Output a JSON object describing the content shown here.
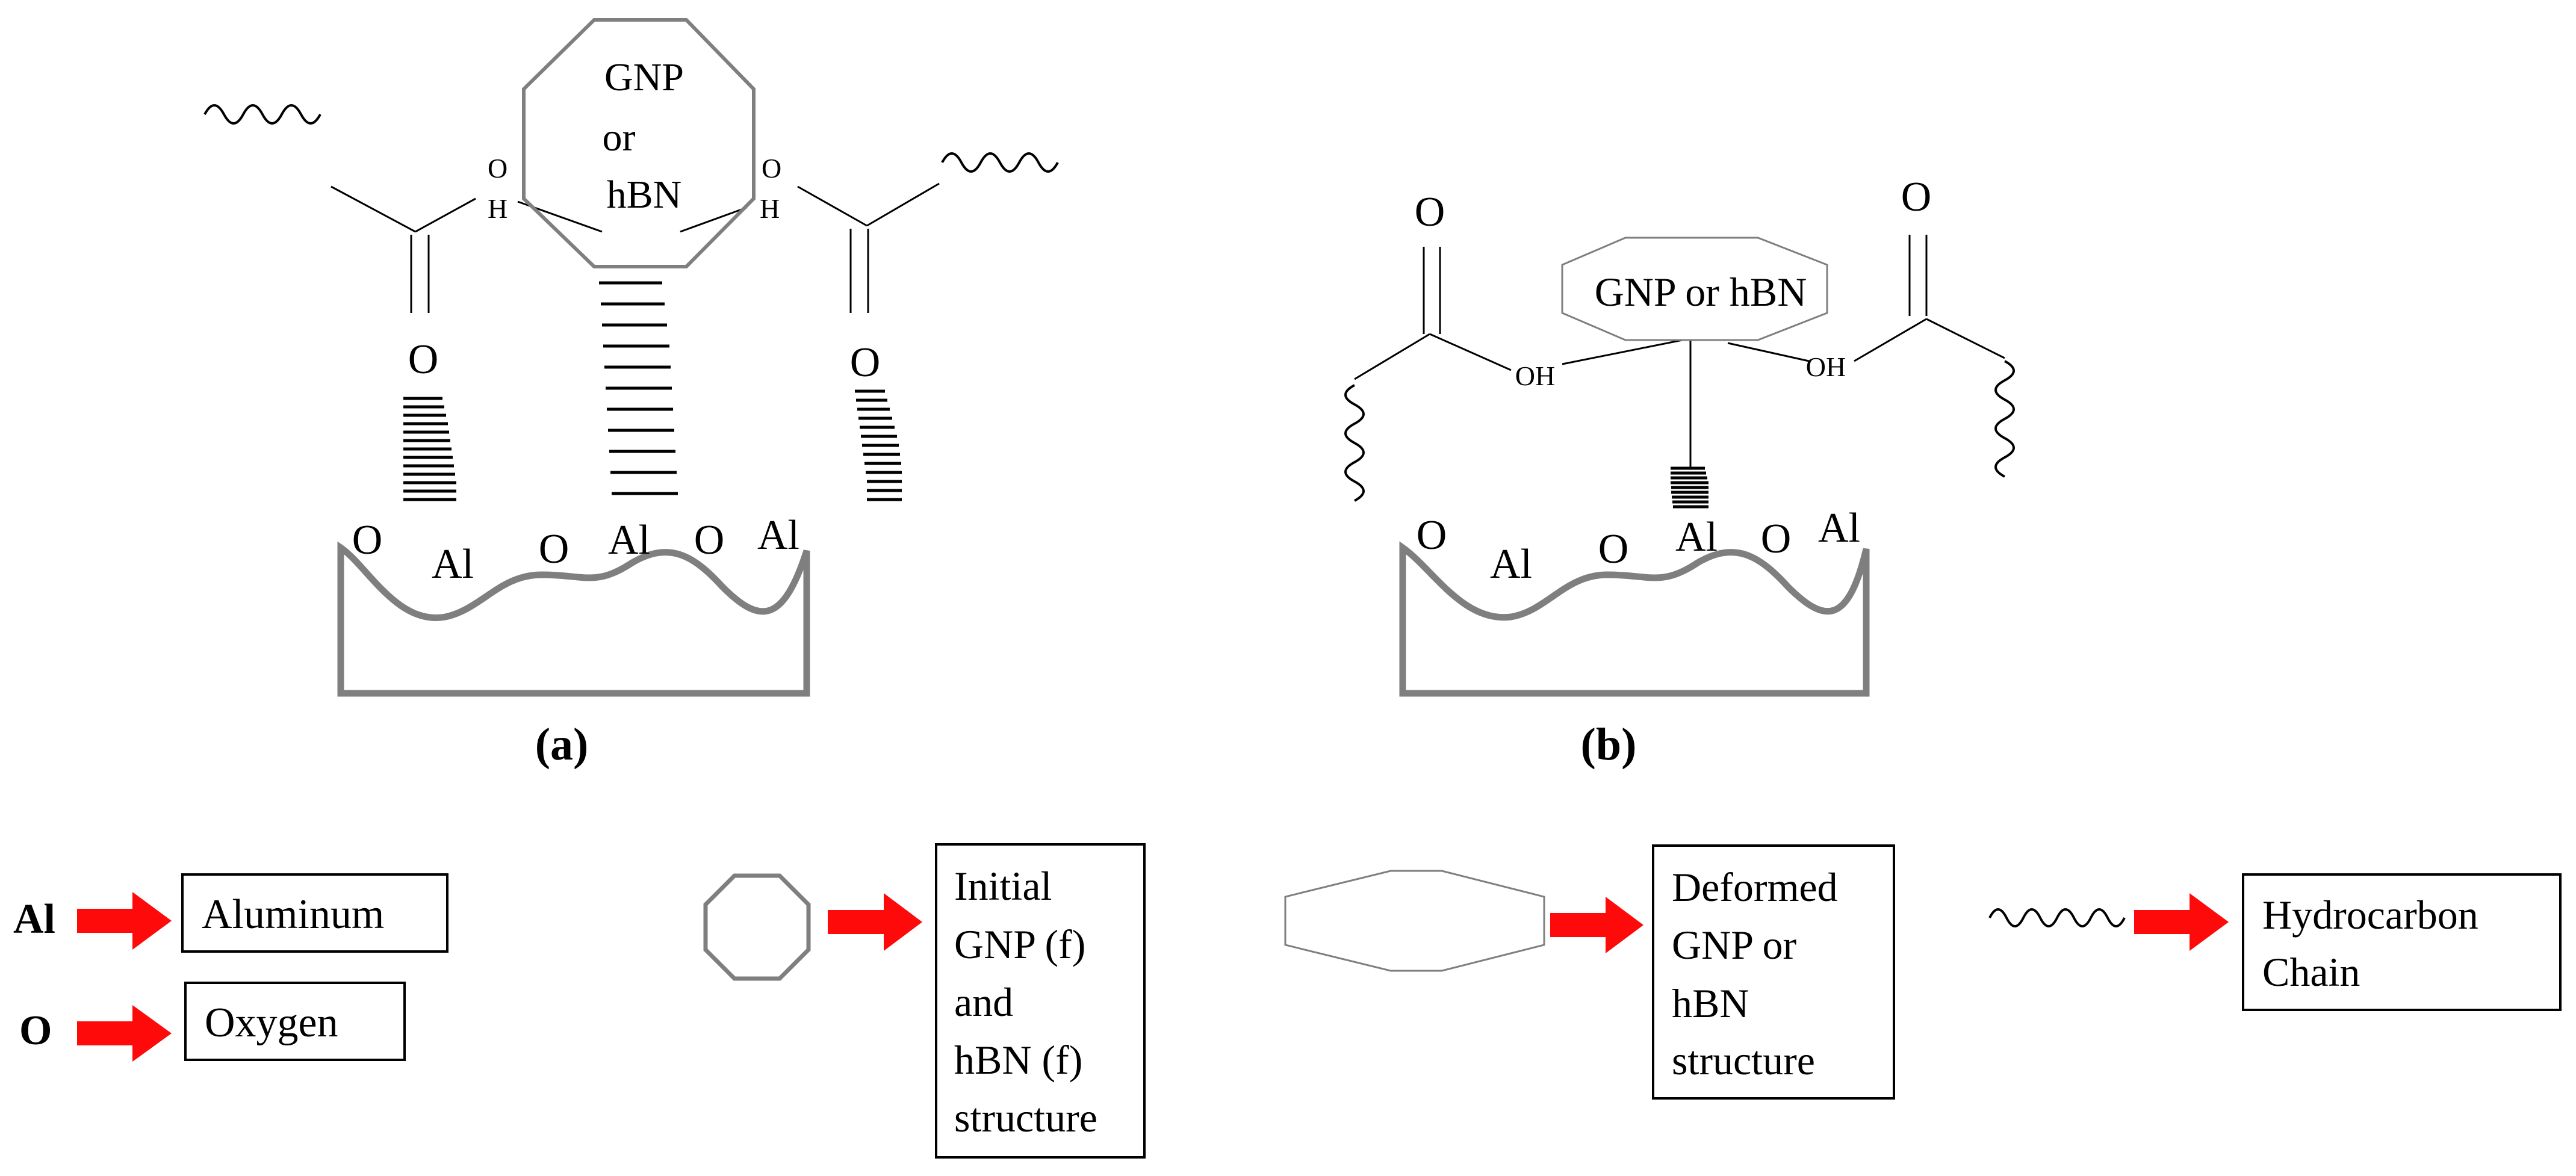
{
  "panel_a": {
    "caption": "(a)",
    "hexagon_label_line1": "GNP",
    "hexagon_label_line2": "or",
    "hexagon_label_line3": "hBN",
    "left_OH_O": "O",
    "left_OH_H": "H",
    "right_OH_O": "O",
    "right_OH_H": "H",
    "left_carbonyl_O": "O",
    "right_carbonyl_O": "O",
    "surface_atoms": [
      "O",
      "Al",
      "O",
      "Al",
      "O",
      "Al"
    ]
  },
  "panel_b": {
    "caption": "(b)",
    "deformed_label": "GNP or hBN",
    "left_carbonyl_O": "O",
    "right_carbonyl_O": "O",
    "left_OH": "OH",
    "right_OH": "OH",
    "surface_atoms": [
      "O",
      "Al",
      "O",
      "Al",
      "O",
      "Al"
    ]
  },
  "legend": {
    "al_symbol": "Al",
    "al_label": "Aluminum",
    "o_symbol": "O",
    "o_label": "Oxygen",
    "initial_lines": [
      "Initial",
      "GNP (f)",
      "and",
      "hBN (f)",
      "structure"
    ],
    "deformed_lines": [
      "Deformed",
      "GNP or",
      "hBN",
      "structure"
    ],
    "hydrocarbon_lines": [
      "Hydrocarbon",
      "Chain"
    ],
    "arrow_color": "#ff0a0a",
    "outline_color": "#7f7f7f"
  }
}
